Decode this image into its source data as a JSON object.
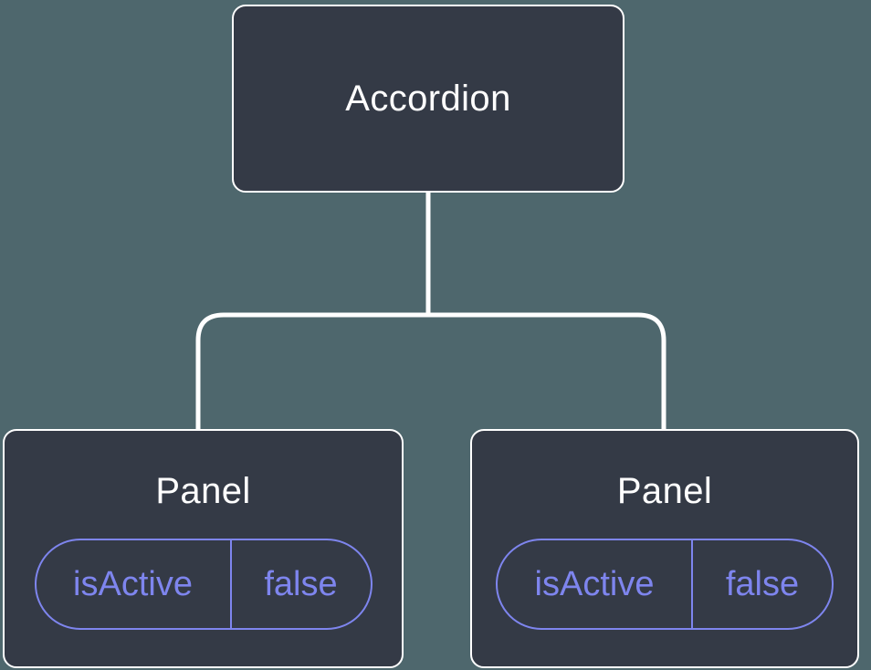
{
  "colors": {
    "background": "#4E676D",
    "node_fill": "#343A46",
    "node_border": "#FFFFFF",
    "node_text": "#FFFFFF",
    "connector": "#FFFFFF",
    "accent": "#7E85EE"
  },
  "tree": {
    "root": {
      "label": "Accordion"
    },
    "children": [
      {
        "label": "Panel",
        "state": {
          "key": "isActive",
          "value": "false"
        }
      },
      {
        "label": "Panel",
        "state": {
          "key": "isActive",
          "value": "false"
        }
      }
    ]
  }
}
